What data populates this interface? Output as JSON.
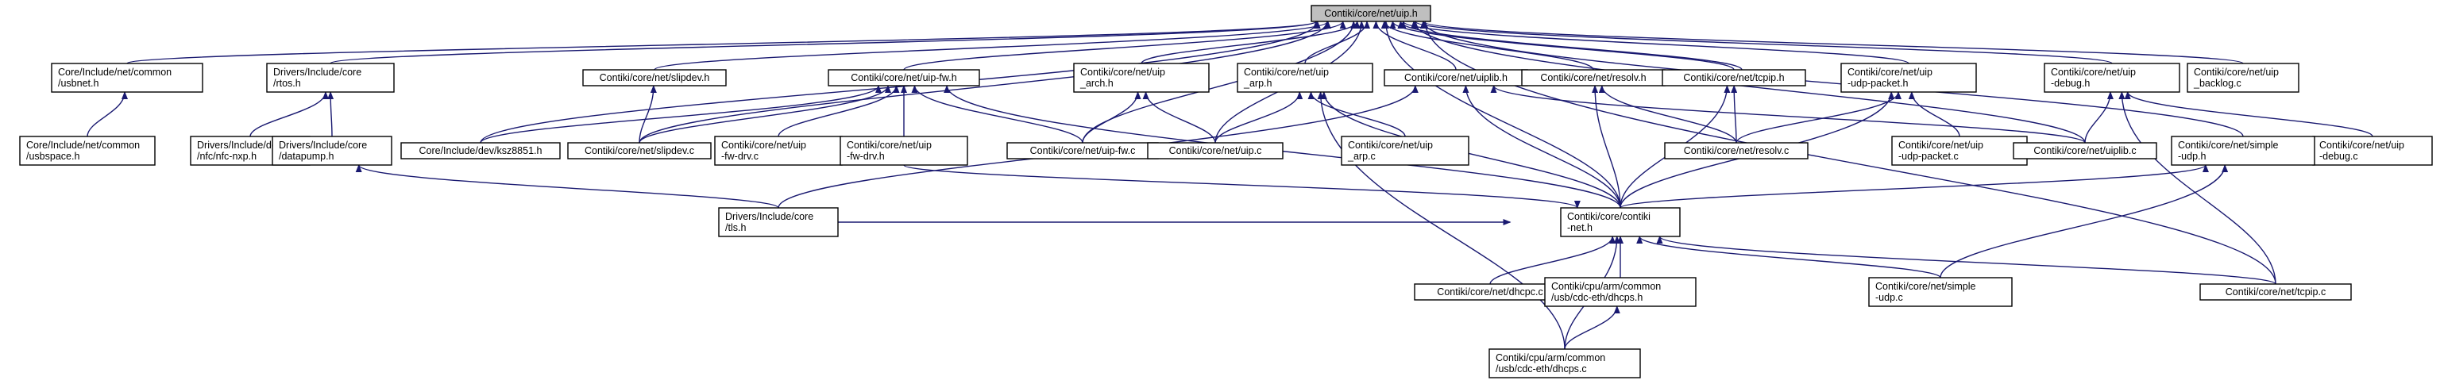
{
  "diagram": {
    "edge_color": "#191970",
    "root_fill": "#bfbfbf",
    "nodes": [
      {
        "id": "uip_h",
        "lines": [
          "Contiki/core/net/uip.h"
        ],
        "root": true
      },
      {
        "id": "usbnet_h",
        "lines": [
          "Core/Include/net/common",
          "/usbnet.h"
        ]
      },
      {
        "id": "usbspace_h",
        "lines": [
          "Core/Include/net/common",
          "/usbspace.h"
        ]
      },
      {
        "id": "rtos_h",
        "lines": [
          "Drivers/Include/core",
          "/rtos.h"
        ]
      },
      {
        "id": "nfc_nxp_h",
        "lines": [
          "Drivers/Include/dev",
          "/nfc/nfc-nxp.h"
        ]
      },
      {
        "id": "datapump_h",
        "lines": [
          "Drivers/Include/core",
          "/datapump.h"
        ]
      },
      {
        "id": "tls_h",
        "lines": [
          "Drivers/Include/core",
          "/tls.h"
        ]
      },
      {
        "id": "ksz8851_h",
        "lines": [
          "Core/Include/dev/ksz8851.h"
        ]
      },
      {
        "id": "slipdev_h",
        "lines": [
          "Contiki/core/net/slipdev.h"
        ]
      },
      {
        "id": "slipdev_c",
        "lines": [
          "Contiki/core/net/slipdev.c"
        ]
      },
      {
        "id": "uip_fw_h",
        "lines": [
          "Contiki/core/net/uip-fw.h"
        ]
      },
      {
        "id": "uip_fw_drv_c",
        "lines": [
          "Contiki/core/net/uip",
          "-fw-drv.c"
        ]
      },
      {
        "id": "uip_fw_drv_h",
        "lines": [
          "Contiki/core/net/uip",
          "-fw-drv.h"
        ]
      },
      {
        "id": "uip_fw_c",
        "lines": [
          "Contiki/core/net/uip-fw.c"
        ]
      },
      {
        "id": "uip_arch_h",
        "lines": [
          "Contiki/core/net/uip",
          "_arch.h"
        ]
      },
      {
        "id": "uip_c",
        "lines": [
          "Contiki/core/net/uip.c"
        ]
      },
      {
        "id": "uip_arp_h",
        "lines": [
          "Contiki/core/net/uip",
          "_arp.h"
        ]
      },
      {
        "id": "uip_arp_c",
        "lines": [
          "Contiki/core/net/uip",
          "_arp.c"
        ]
      },
      {
        "id": "uiplib_h",
        "lines": [
          "Contiki/core/net/uiplib.h"
        ]
      },
      {
        "id": "resolv_h",
        "lines": [
          "Contiki/core/net/resolv.h"
        ]
      },
      {
        "id": "tcpip_h",
        "lines": [
          "Contiki/core/net/tcpip.h"
        ]
      },
      {
        "id": "resolv_c",
        "lines": [
          "Contiki/core/net/resolv.c"
        ]
      },
      {
        "id": "udp_packet_h",
        "lines": [
          "Contiki/core/net/uip",
          "-udp-packet.h"
        ]
      },
      {
        "id": "udp_packet_c",
        "lines": [
          "Contiki/core/net/uip",
          "-udp-packet.c"
        ]
      },
      {
        "id": "uiplib_c",
        "lines": [
          "Contiki/core/net/uiplib.c"
        ]
      },
      {
        "id": "uip_debug_h",
        "lines": [
          "Contiki/core/net/uip",
          "-debug.h"
        ]
      },
      {
        "id": "uip_debug_c",
        "lines": [
          "Contiki/core/net/uip",
          "-debug.c"
        ]
      },
      {
        "id": "backlog_c",
        "lines": [
          "Contiki/core/net/uip",
          "_backlog.c"
        ]
      },
      {
        "id": "simple_udp_h",
        "lines": [
          "Contiki/core/net/simple",
          "-udp.h"
        ]
      },
      {
        "id": "simple_udp_c",
        "lines": [
          "Contiki/core/net/simple",
          "-udp.c"
        ]
      },
      {
        "id": "contiki_net_h",
        "lines": [
          "Contiki/core/contiki",
          "-net.h"
        ]
      },
      {
        "id": "dhcpc_c",
        "lines": [
          "Contiki/core/net/dhcpc.c"
        ]
      },
      {
        "id": "dhcps_h",
        "lines": [
          "Contiki/cpu/arm/common",
          "/usb/cdc-eth/dhcps.h"
        ]
      },
      {
        "id": "dhcps_c",
        "lines": [
          "Contiki/cpu/arm/common",
          "/usb/cdc-eth/dhcps.c"
        ]
      },
      {
        "id": "tcpip_c",
        "lines": [
          "Contiki/core/net/tcpip.c"
        ]
      }
    ],
    "edges": [
      {
        "from": "usbnet_h",
        "to": "uip_h"
      },
      {
        "from": "rtos_h",
        "to": "uip_h"
      },
      {
        "from": "ksz8851_h",
        "to": "uip_h"
      },
      {
        "from": "slipdev_h",
        "to": "uip_h"
      },
      {
        "from": "slipdev_c",
        "to": "uip_h"
      },
      {
        "from": "uip_fw_h",
        "to": "uip_h"
      },
      {
        "from": "uip_fw_c",
        "to": "uip_h"
      },
      {
        "from": "uip_arch_h",
        "to": "uip_h"
      },
      {
        "from": "uip_c",
        "to": "uip_h"
      },
      {
        "from": "uip_arp_h",
        "to": "uip_h"
      },
      {
        "from": "uiplib_h",
        "to": "uip_h"
      },
      {
        "from": "resolv_h",
        "to": "uip_h"
      },
      {
        "from": "tcpip_h",
        "to": "uip_h"
      },
      {
        "from": "tcpip_h",
        "to": "uip_h"
      },
      {
        "from": "udp_packet_h",
        "to": "uip_h"
      },
      {
        "from": "uiplib_c",
        "to": "uip_h"
      },
      {
        "from": "uip_debug_h",
        "to": "uip_h"
      },
      {
        "from": "backlog_c",
        "to": "uip_h"
      },
      {
        "from": "simple_udp_h",
        "to": "uip_h"
      },
      {
        "from": "contiki_net_h",
        "to": "uip_h"
      },
      {
        "from": "tcpip_c",
        "to": "uip_h"
      },
      {
        "from": "usbspace_h",
        "to": "usbnet_h"
      },
      {
        "from": "nfc_nxp_h",
        "to": "rtos_h"
      },
      {
        "from": "datapump_h",
        "to": "rtos_h"
      },
      {
        "from": "tls_h",
        "to": "datapump_h"
      },
      {
        "from": "slipdev_c",
        "to": "slipdev_h"
      },
      {
        "from": "ksz8851_h",
        "to": "uip_fw_h"
      },
      {
        "from": "slipdev_c",
        "to": "uip_fw_h"
      },
      {
        "from": "uip_fw_drv_c",
        "to": "uip_fw_h"
      },
      {
        "from": "uip_fw_drv_h",
        "to": "uip_fw_h"
      },
      {
        "from": "uip_fw_c",
        "to": "uip_fw_h"
      },
      {
        "from": "contiki_net_h",
        "to": "uip_fw_h"
      },
      {
        "from": "uip_fw_c",
        "to": "uip_arch_h"
      },
      {
        "from": "uip_c",
        "to": "uip_arch_h"
      },
      {
        "from": "uip_c",
        "to": "uip_arp_h"
      },
      {
        "from": "uip_arp_c",
        "to": "uip_arp_h"
      },
      {
        "from": "contiki_net_h",
        "to": "uip_arp_h"
      },
      {
        "from": "dhcps_c",
        "to": "uip_arp_h"
      },
      {
        "from": "tls_h",
        "to": "uiplib_h"
      },
      {
        "from": "contiki_net_h",
        "to": "uiplib_h"
      },
      {
        "from": "uiplib_c",
        "to": "uiplib_h"
      },
      {
        "from": "resolv_c",
        "to": "resolv_h"
      },
      {
        "from": "contiki_net_h",
        "to": "resolv_h"
      },
      {
        "from": "resolv_c",
        "to": "tcpip_h"
      },
      {
        "from": "contiki_net_h",
        "to": "tcpip_h"
      },
      {
        "from": "resolv_c",
        "to": "udp_packet_h"
      },
      {
        "from": "udp_packet_c",
        "to": "udp_packet_h"
      },
      {
        "from": "contiki_net_h",
        "to": "udp_packet_h"
      },
      {
        "from": "uiplib_c",
        "to": "uip_debug_h"
      },
      {
        "from": "uip_debug_c",
        "to": "uip_debug_h"
      },
      {
        "from": "tcpip_c",
        "to": "uip_debug_h"
      },
      {
        "from": "contiki_net_h",
        "to": "simple_udp_h"
      },
      {
        "from": "simple_udp_c",
        "to": "simple_udp_h"
      },
      {
        "from": "tls_h",
        "to": "contiki_net_h"
      },
      {
        "from": "uip_fw_drv_h",
        "to": "contiki_net_h"
      },
      {
        "from": "dhcpc_c",
        "to": "contiki_net_h"
      },
      {
        "from": "dhcps_h",
        "to": "contiki_net_h"
      },
      {
        "from": "dhcps_c",
        "to": "contiki_net_h"
      },
      {
        "from": "simple_udp_c",
        "to": "contiki_net_h"
      },
      {
        "from": "tcpip_c",
        "to": "contiki_net_h"
      },
      {
        "from": "dhcps_c",
        "to": "dhcps_h"
      }
    ]
  }
}
